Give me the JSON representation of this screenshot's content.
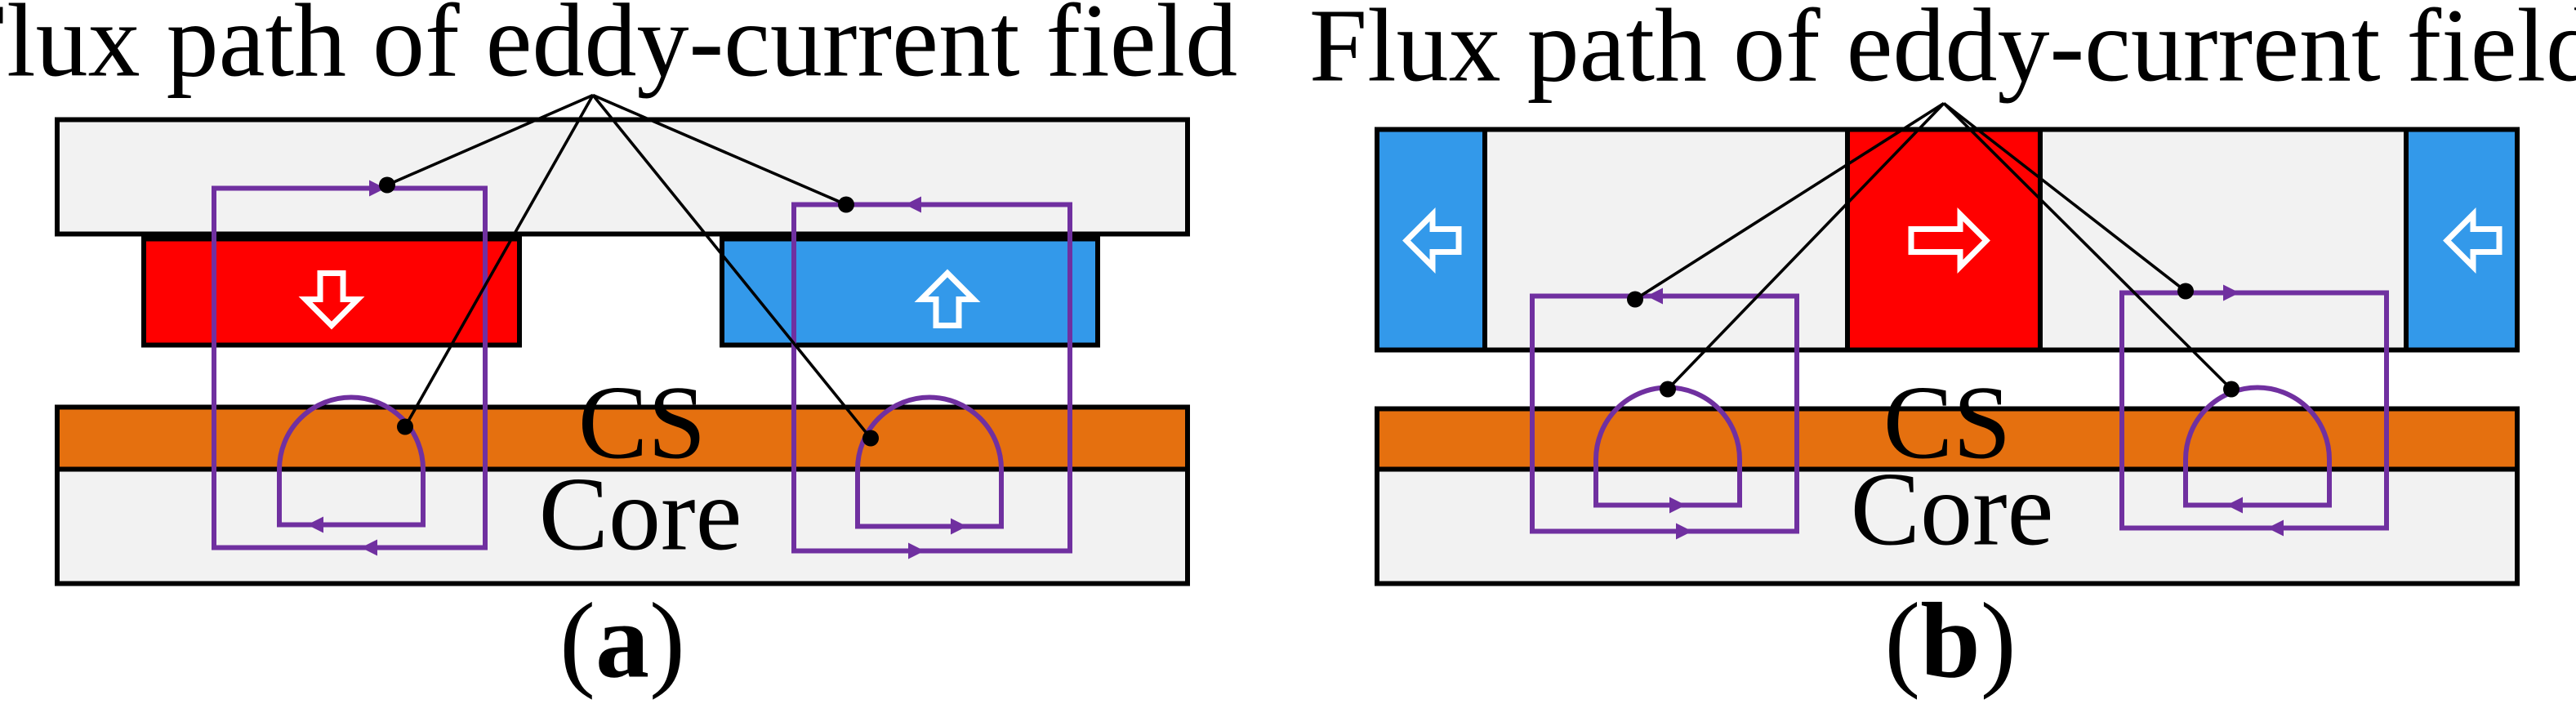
{
  "figure": {
    "panel_a": {
      "annotation": "Flux path of eddy-current field",
      "cs_label": "CS",
      "core_label": "Core",
      "caption_open": "(",
      "caption_letter": "a",
      "caption_close": ")"
    },
    "panel_b": {
      "annotation": "Flux path of eddy-current field",
      "cs_label": "CS",
      "core_label": "Core",
      "caption_open": "(",
      "caption_letter": "b",
      "caption_close": ")"
    }
  },
  "colors": {
    "magnet_red": "#ff0000",
    "magnet_blue": "#3399ea",
    "cs_orange": "#e5700f",
    "core_gray": "#f2f2f2",
    "flux_purple": "#7030a0",
    "outline": "#000000"
  }
}
